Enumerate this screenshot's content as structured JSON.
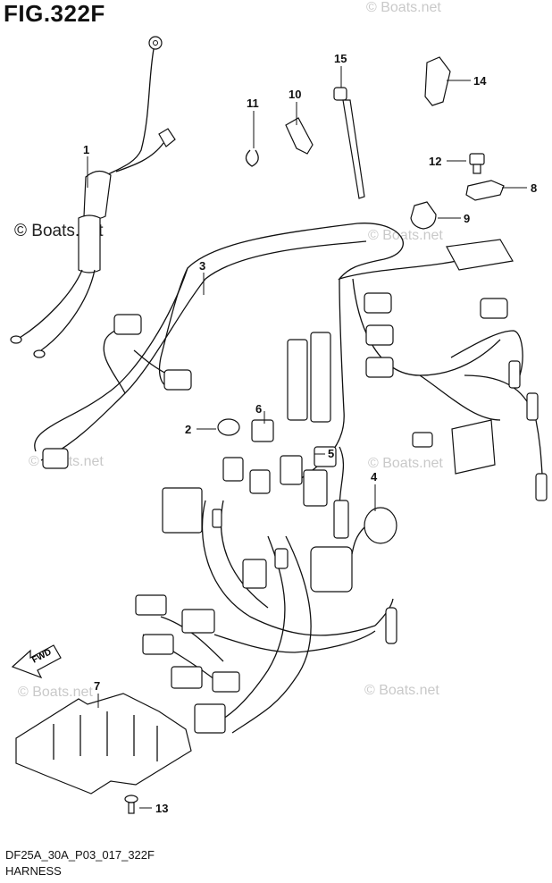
{
  "figure": {
    "title": "FIG.322F",
    "code": "DF25A_30A_P03_017_322F",
    "name": "HARNESS"
  },
  "watermark": {
    "main": "© Boats.net",
    "faded": "© Boats.net"
  },
  "callouts": [
    "1",
    "2",
    "3",
    "4",
    "5",
    "6",
    "7",
    "8",
    "9",
    "10",
    "11",
    "12",
    "13",
    "14",
    "15"
  ],
  "fwd_label": "FWD"
}
